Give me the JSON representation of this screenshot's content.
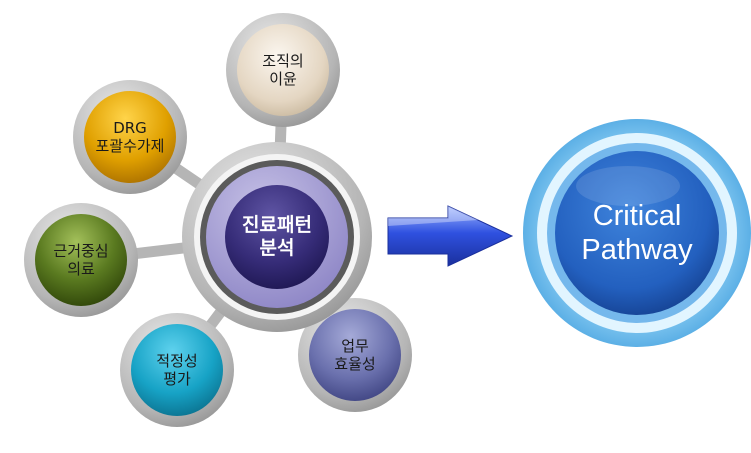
{
  "center": {
    "line1": "진료패턴",
    "line2": "분석"
  },
  "satellites": [
    {
      "id": "org",
      "line1": "조직의",
      "line2": "이윤",
      "color": "#e9dcc9"
    },
    {
      "id": "drg",
      "line1": "DRG",
      "line2": "포괄수가제",
      "color": "#e3a400"
    },
    {
      "id": "ebm",
      "line1": "근거중심",
      "line2": "의료",
      "color": "#4e6a1e"
    },
    {
      "id": "eval",
      "line1": "적정성",
      "line2": "평가",
      "color": "#1aa7c9"
    },
    {
      "id": "work",
      "line1": "업무",
      "line2": "효율성",
      "color": "#6a70ad"
    }
  ],
  "arrow_icon": "right-arrow-icon",
  "result": {
    "line1": "Critical",
    "line2": "Pathway",
    "color": "#2566c4"
  }
}
